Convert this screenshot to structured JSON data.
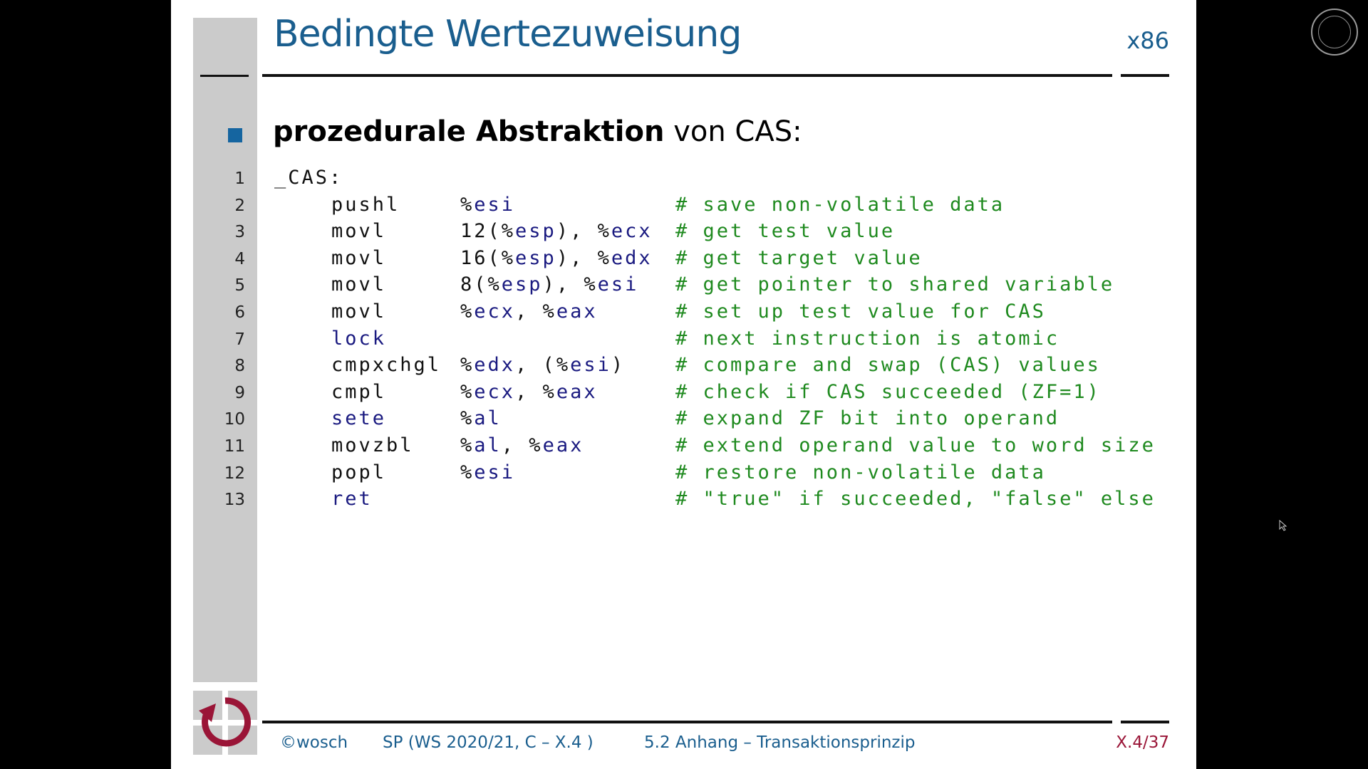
{
  "slide": {
    "title": "Bedingte Wertezuweisung",
    "tag": "x86",
    "bullet": {
      "bold": "prozedurale Abstraktion",
      "rest": " von CAS:"
    },
    "code": [
      {
        "n": "1",
        "label": "_CAS:",
        "op": "",
        "arg": "",
        "comment": ""
      },
      {
        "n": "2",
        "label": "",
        "op": "pushl",
        "arg": "%esi",
        "comment": "# save non-volatile data"
      },
      {
        "n": "3",
        "label": "",
        "op": "movl",
        "arg": "12(%esp), %ecx",
        "comment": "# get test value"
      },
      {
        "n": "4",
        "label": "",
        "op": "movl",
        "arg": "16(%esp), %edx",
        "comment": "# get target value"
      },
      {
        "n": "5",
        "label": "",
        "op": "movl",
        "arg": "8(%esp), %esi",
        "comment": "# get pointer to shared variable"
      },
      {
        "n": "6",
        "label": "",
        "op": "movl",
        "arg": "%ecx, %eax",
        "comment": "# set up test value for CAS"
      },
      {
        "n": "7",
        "label": "",
        "op": "lock",
        "arg": "",
        "comment": "# next instruction is atomic"
      },
      {
        "n": "8",
        "label": "",
        "op": "cmpxchgl",
        "arg": "%edx, (%esi)",
        "comment": "# compare and swap (CAS) values"
      },
      {
        "n": "9",
        "label": "",
        "op": "cmpl",
        "arg": "%ecx, %eax",
        "comment": "# check if CAS succeeded (ZF=1)"
      },
      {
        "n": "10",
        "label": "",
        "op": "sete",
        "arg": "%al",
        "comment": "# expand ZF bit into operand"
      },
      {
        "n": "11",
        "label": "",
        "op": "movzbl",
        "arg": "%al, %eax",
        "comment": "# extend operand value to word size"
      },
      {
        "n": "12",
        "label": "",
        "op": "popl",
        "arg": "%esi",
        "comment": "# restore non-volatile data"
      },
      {
        "n": "13",
        "label": "",
        "op": "ret",
        "arg": "",
        "comment": "# \"true\" if succeeded, \"false\" else"
      }
    ],
    "keyword_ops": [
      "lock",
      "sete",
      "ret"
    ],
    "footer": {
      "author": "©wosch",
      "course": "SP (WS 2020/21, C – X.4 )",
      "section": "5.2 Anhang – Transaktionsprinzip",
      "page": "X.4/37"
    }
  },
  "colors": {
    "title": "#1a5e8e",
    "bullet": "#1565a0",
    "comment": "#1f8a1f",
    "register": "#1a1a80",
    "page": "#9a1537",
    "sidebar": "#cbcbcb"
  }
}
